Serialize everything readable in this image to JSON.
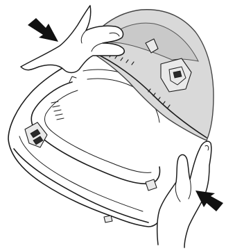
{
  "illustration": {
    "subject": "helmet-visor-removal",
    "icons": {
      "arrow_top": "arrow-right-down",
      "arrow_bottom": "arrow-left-up",
      "hand_top": "hand-pushing",
      "hand_bottom": "hand-pushing"
    },
    "colors": {
      "line": "#1c1c1c",
      "visor_tint": "#d9d9d9",
      "background": "#ffffff"
    }
  }
}
